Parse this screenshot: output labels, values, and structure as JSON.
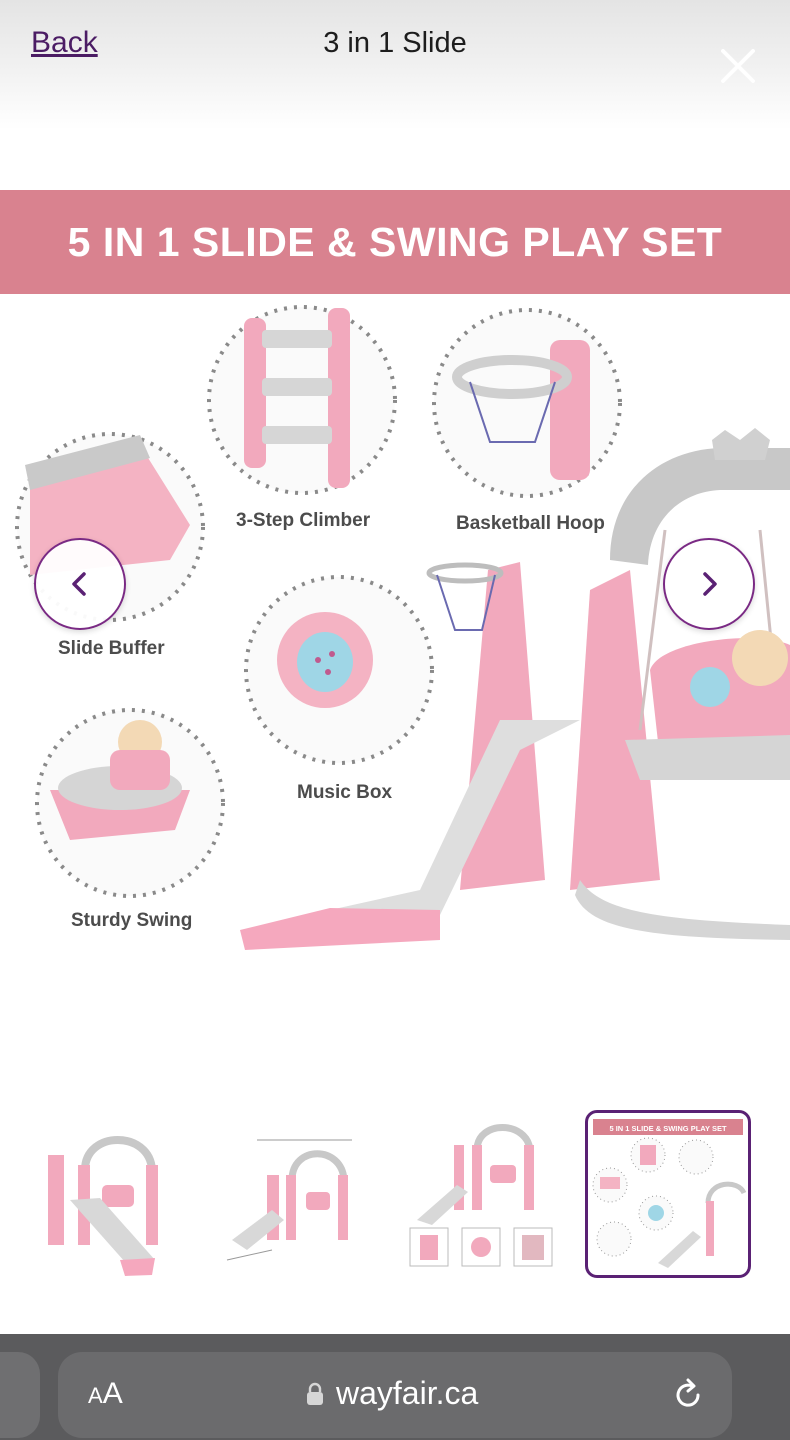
{
  "header": {
    "back_label": "Back",
    "title": "3 in 1 Slide",
    "close_icon": "close-icon"
  },
  "main_image": {
    "banner": "5 IN 1 SLIDE & SWING PLAY SET",
    "callouts": {
      "climber": "3-Step Climber",
      "hoop": "Basketball Hoop",
      "buffer": "Slide Buffer",
      "music": "Music Box",
      "swing": "Sturdy Swing"
    },
    "colors": {
      "banner": "#d9828f",
      "pink": "#f2a9bd",
      "grey": "#d8d8d8",
      "accent": "#7a2a84"
    }
  },
  "carousel": {
    "prev_icon": "chevron-left-icon",
    "next_icon": "chevron-right-icon",
    "active_index": 4,
    "thumbnails": [
      "thumbnail-1",
      "thumbnail-2",
      "thumbnail-3",
      "thumbnail-4"
    ],
    "active_thumb_banner": "5 IN 1 SLIDE & SWING PLAY SET"
  },
  "browser": {
    "text_size_label_small": "A",
    "text_size_label_large": "A",
    "domain": "wayfair.ca",
    "lock_icon": "lock-icon",
    "reload_icon": "reload-icon"
  }
}
